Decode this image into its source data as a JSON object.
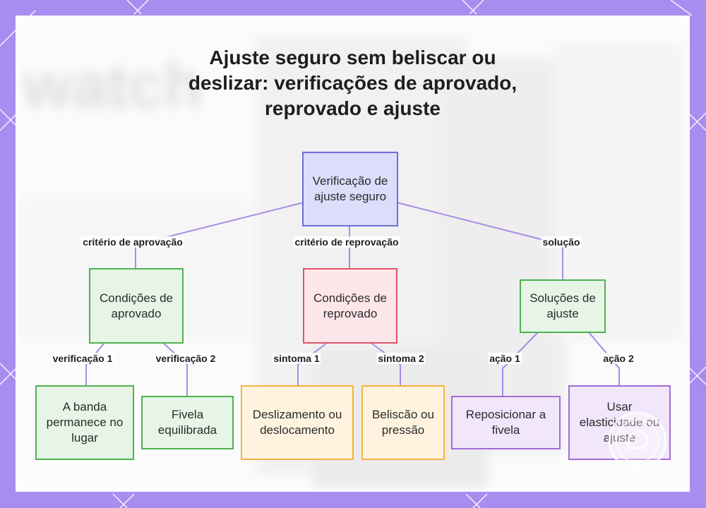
{
  "title_lines": [
    "Ajuste seguro sem beliscar ou",
    "deslizar: verificações de aprovado,",
    "reprovado e ajuste"
  ],
  "nodes": {
    "root": "Verificação de ajuste seguro",
    "pass": "Condições de aprovado",
    "fail": "Condições de reprovado",
    "adjust": "Soluções de ajuste",
    "band_stays": "A banda permanece no lugar",
    "buckle_balanced": "Fivela equilibrada",
    "slipping": "Deslizamento ou deslocamento",
    "pinching": "Beliscão ou pressão",
    "reposition": "Reposicionar a fivela",
    "elasticity": "Usar elasticidade ou ajuste"
  },
  "edge_labels": {
    "root_pass": "critério de aprovação",
    "root_fail": "critério de reprovação",
    "root_adjust": "solução",
    "pass_check1": "verificação 1",
    "pass_check2": "verificação 2",
    "fail_symptom1": "sintoma 1",
    "fail_symptom2": "sintoma 2",
    "adjust_action1": "ação 1",
    "adjust_action2": "ação 2"
  },
  "colors": {
    "frame": "#a98cf0",
    "edge": "#a98be6",
    "blue": "#6c6fd6",
    "green": "#4fb24f",
    "red": "#e0536b",
    "orange": "#f3b43f",
    "purple": "#a46ad8"
  }
}
